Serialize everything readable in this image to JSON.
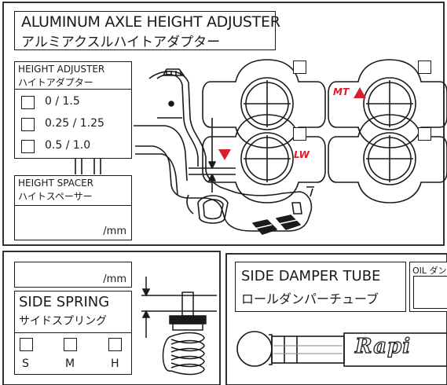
{
  "header": {
    "title_en": "ALUMINUM AXLE HEIGHT ADJUSTER",
    "title_ja": "アルミアクスルハイトアダプター"
  },
  "height_adjuster": {
    "title_en": "HEIGHT ADJUSTER",
    "title_ja": "ハイトアダプター",
    "options": [
      "0 / 1.5",
      "0.25 / 1.25",
      "0.5 / 1.0"
    ]
  },
  "height_spacer": {
    "title_en": "HEIGHT SPACER",
    "title_ja": "ハイトスペーサー",
    "unit": "/mm"
  },
  "adjuster_markers": {
    "mt": "MT",
    "lw": "LW"
  },
  "side_spring": {
    "unit": "/mm",
    "title_en": "SIDE SPRING",
    "title_ja": "サイドスプリング",
    "options": [
      "S",
      "M",
      "H"
    ]
  },
  "side_damper": {
    "title_en": "SIDE DAMPER TUBE",
    "title_ja": "ロールダンパーチューブ",
    "oil_label": "OIL ダン",
    "brand": "Rapi"
  },
  "colors": {
    "marker_red": "#d7202a",
    "line": "#1a1a1a"
  }
}
